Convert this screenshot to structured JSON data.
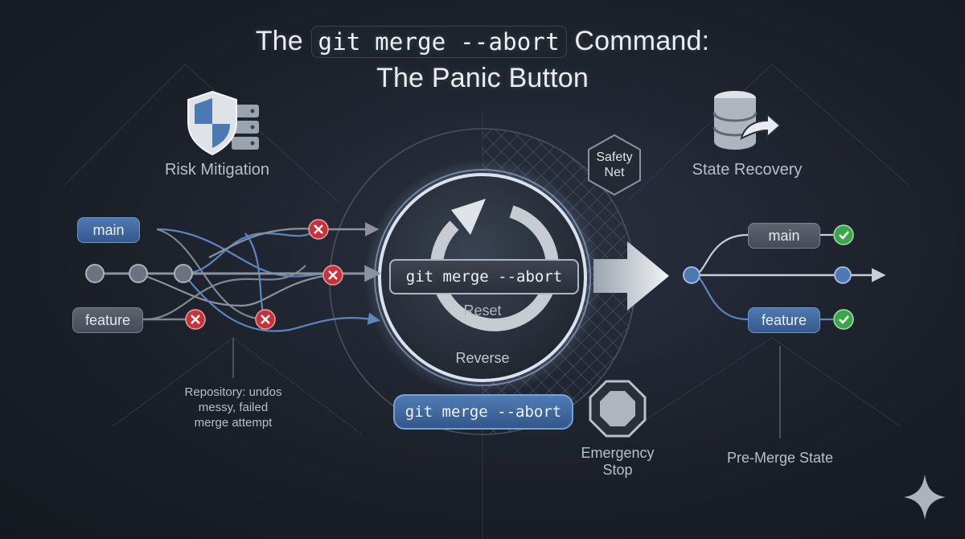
{
  "title": {
    "prefix": "The",
    "code": "git merge --abort",
    "suffix": "Command:",
    "line2": "The Panic Button"
  },
  "risk_label": "Risk Mitigation",
  "state_label": "State Recovery",
  "safety_net_label_1": "Safety",
  "safety_net_label_2": "Net",
  "left_branches": {
    "main": "main",
    "feature": "feature"
  },
  "right_branches": {
    "main": "main",
    "feature": "feature"
  },
  "center": {
    "command": "git merge --abort",
    "reset": "Reset",
    "reverse": "Reverse"
  },
  "bottom_command": "git merge --abort",
  "emergency_line1": "Emergency",
  "emergency_line2": "Stop",
  "repository_caption": [
    "Repository: undos",
    "messy, failed",
    "merge attempt"
  ],
  "pre_merge_label": "Pre-Merge State",
  "colors": {
    "accent_blue": "#4d79b3",
    "error_red": "#c8323a",
    "success_green": "#3aa64a",
    "background": "#1b2029"
  }
}
